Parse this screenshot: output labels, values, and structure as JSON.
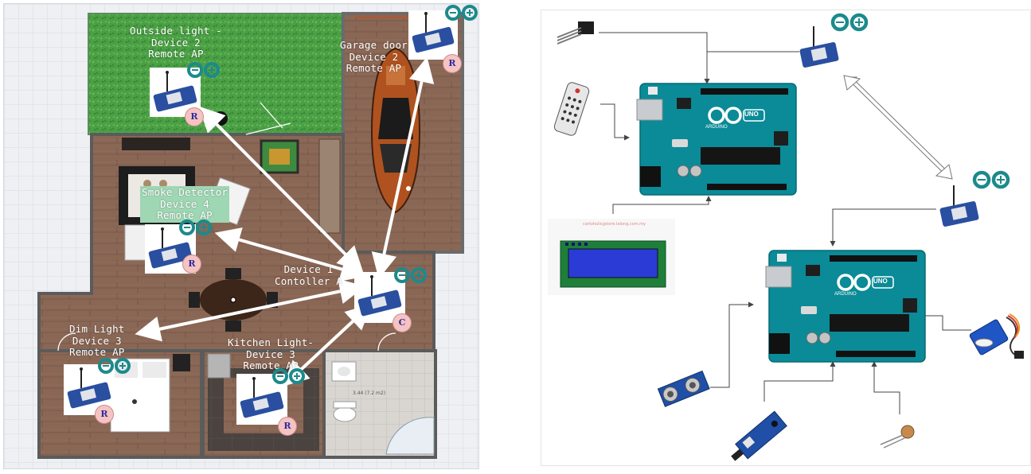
{
  "floor_plan": {
    "labels": {
      "outside_light": "Outside light -\nDevice 2\nRemote AP",
      "garage_door": "Garage door\nDevice 2\nRemote AP",
      "smoke_detector": "Smoke Detector\nDevice 4\nRemote AP",
      "controller": "Device 1\nContoller A",
      "dim_light": "Dim Light\nDevice 3\nRemote AP",
      "kitchen_light": "Kitchen Light-\nDevice 3\nRemote AP"
    },
    "badges": {
      "remote": "R",
      "controller": "C"
    },
    "room_note": "3.44 (7.2 m2)"
  },
  "hardware": {
    "board_top_text": "UNO",
    "board_bottom_text": "UNO",
    "board_brand": "ARDUINO",
    "lcd_watermark": "cartoholicgstore.lelong.com.my"
  },
  "colors": {
    "arduino_teal": "#0a8b97",
    "arduino_logo": "#1c8a8c",
    "grass": "#3f9a3e",
    "wood": "#8a6450",
    "badge_fill": "#f6c3c3",
    "xbee_blue": "#2a4fa0",
    "connector_line": "#444444"
  },
  "icons": [
    "arduino-infinity-logo",
    "xbee-radio-module",
    "ir-receiver-sensor",
    "ir-remote-control",
    "lcd-display-module",
    "ultrasonic-sensor",
    "flame-sensor",
    "light-dependent-resistor",
    "servo-motor",
    "car-icon"
  ]
}
